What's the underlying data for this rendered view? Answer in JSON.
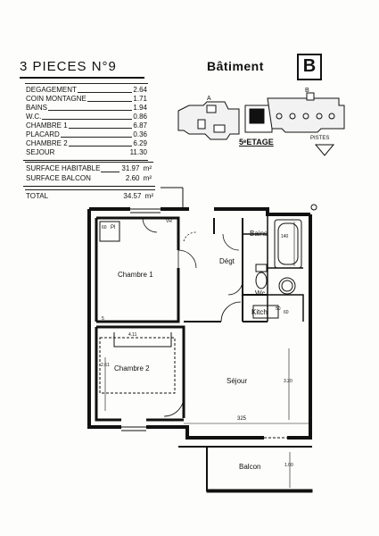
{
  "header": {
    "apartment_title": "3 PIECES  N°9",
    "building_label": "Bâtiment",
    "building_letter": "B",
    "floor_label": "5ᵉETAGE",
    "pistes_label": "PISTES",
    "block_a_label": "A",
    "block_b_label": "B"
  },
  "surfaces": [
    {
      "name": "DEGAGEMENT",
      "value": "2.64"
    },
    {
      "name": "COIN MONTAGNE",
      "value": "1.71"
    },
    {
      "name": "BAINS",
      "value": "1.94"
    },
    {
      "name": "W.C.",
      "value": "0.86"
    },
    {
      "name": "CHAMBRE 1",
      "value": "6.87"
    },
    {
      "name": "PLACARD",
      "value": "0.36"
    },
    {
      "name": "CHAMBRE 2",
      "value": "6.29"
    },
    {
      "name": "SEJOUR",
      "value": "11.30"
    }
  ],
  "totals": {
    "habitable_label": "SURFACE  HABITABLE",
    "habitable_value": "31.97",
    "balcon_label": "SURFACE  BALCON",
    "balcon_value": "2.60",
    "total_label": "TOTAL",
    "total_value": "34.57",
    "unit": "m²"
  },
  "rooms": {
    "bains": "Bains",
    "degt": "Dégt",
    "chambre1": "Chambre 1",
    "wc": "Wc",
    "kitch": "Kitch",
    "chambre2": "Chambre 2",
    "sejour": "Séjour",
    "balcon": "Balcon",
    "placard": "Pl"
  },
  "dimensions": {
    "d60": "60",
    "d140": "140",
    "d50": "50",
    "d60b": "60",
    "d261": "2.61",
    "d3_20": "3.20",
    "d325": "325",
    "d100": "1.00",
    "d411": "4.11",
    "d5": "5",
    "vr": "VR"
  }
}
